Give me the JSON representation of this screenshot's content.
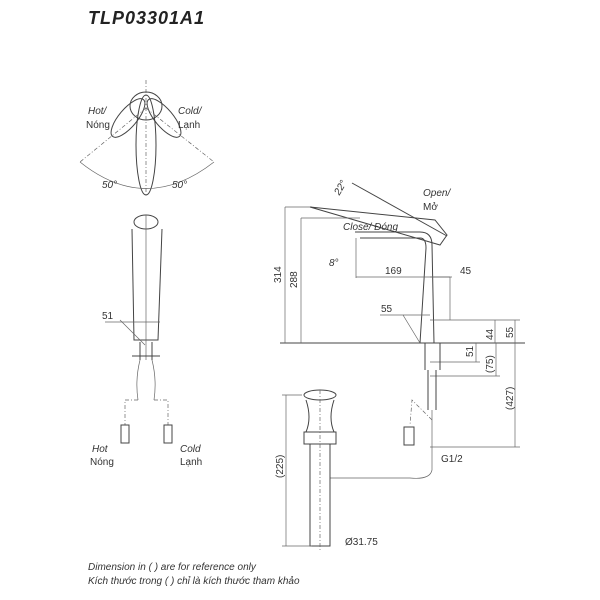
{
  "title": "TLP03301A1",
  "top_view": {
    "hot": "Hot/",
    "hot_vi": "Nóng",
    "cold": "Cold/",
    "cold_vi": "Lạnh",
    "angle_left": "50°",
    "angle_right": "50°"
  },
  "front_view": {
    "dim_width": "51",
    "hot": "Hot",
    "hot_vi": "Nóng",
    "cold": "Cold",
    "cold_vi": "Lạnh"
  },
  "side_view": {
    "angle_open": "22°",
    "open": "Open/",
    "open_vi": "Mở",
    "close": "Close/ Đóng",
    "angle_spout": "8°",
    "dim_total_height": "314",
    "dim_spout_height": "288",
    "dim_reach": "169",
    "dim_handle": "45",
    "dim_base": "55",
    "dim_44": "44",
    "dim_55_right": "55",
    "dim_51": "51",
    "dim_75": "(75)",
    "dim_427": "(427)",
    "dim_225": "(225)",
    "dim_drain": "Ø31.75",
    "thread": "G1/2"
  },
  "notes": [
    "Dimension in ( ) are for reference only",
    "Kích thước trong ( ) chỉ là kích thước tham khảo"
  ]
}
